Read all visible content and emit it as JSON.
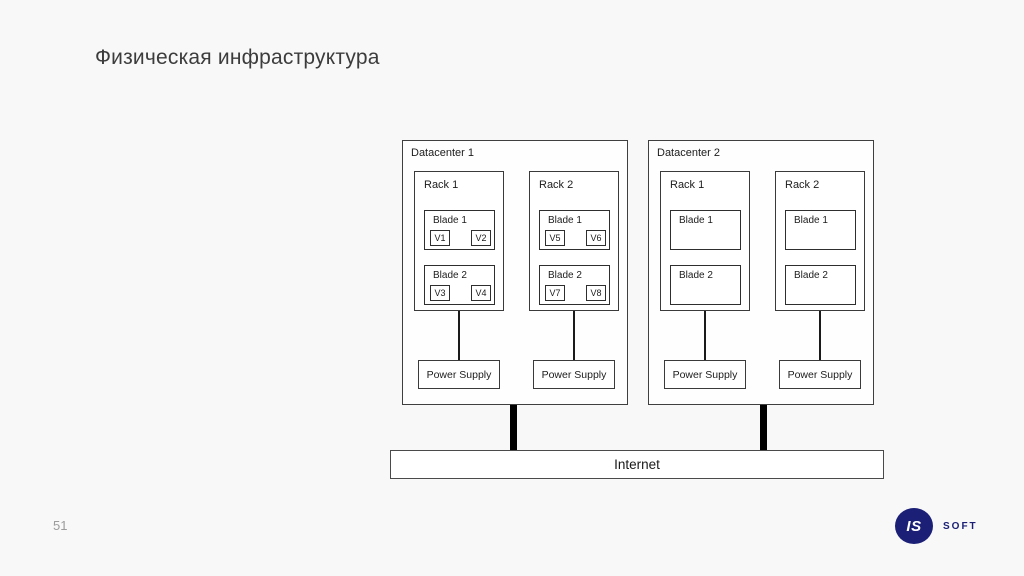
{
  "slide": {
    "title": "Физическая инфраструктура",
    "page_number": "51"
  },
  "logo": {
    "circle_text": "IS",
    "brand_text": "SOFT",
    "brand_color": "#1b2076"
  },
  "diagram": {
    "internet_label": "Internet",
    "datacenters": [
      {
        "label": "Datacenter 1",
        "racks": [
          {
            "label": "Rack 1",
            "power_supply_label": "Power Supply",
            "blades": [
              {
                "label": "Blade 1",
                "vms": [
                  "V1",
                  "V2"
                ]
              },
              {
                "label": "Blade 2",
                "vms": [
                  "V3",
                  "V4"
                ]
              }
            ]
          },
          {
            "label": "Rack 2",
            "power_supply_label": "Power Supply",
            "blades": [
              {
                "label": "Blade 1",
                "vms": [
                  "V5",
                  "V6"
                ]
              },
              {
                "label": "Blade 2",
                "vms": [
                  "V7",
                  "V8"
                ]
              }
            ]
          }
        ]
      },
      {
        "label": "Datacenter 2",
        "racks": [
          {
            "label": "Rack 1",
            "power_supply_label": "Power Supply",
            "blades": [
              {
                "label": "Blade 1",
                "vms": []
              },
              {
                "label": "Blade 2",
                "vms": []
              }
            ]
          },
          {
            "label": "Rack 2",
            "power_supply_label": "Power Supply",
            "blades": [
              {
                "label": "Blade 1",
                "vms": []
              },
              {
                "label": "Blade 2",
                "vms": []
              }
            ]
          }
        ]
      }
    ]
  }
}
